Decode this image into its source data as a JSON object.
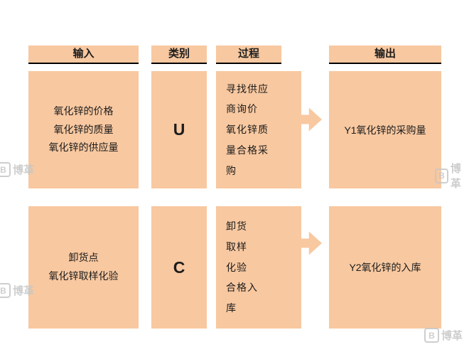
{
  "colors": {
    "box_fill": "#f8c8a0",
    "header_underline": "#000000",
    "text": "#1c1c1c",
    "watermark": "#c6c6c6"
  },
  "headers": {
    "input": "输入",
    "category": "类别",
    "process": "过程",
    "output": "输出"
  },
  "rows": [
    {
      "input_lines": [
        "氧化锌的价格",
        "氧化锌的质量",
        "氧化锌的供应量"
      ],
      "category": "U",
      "process_lines": [
        "寻找供应",
        "商询价",
        "氧化锌质",
        "量合格采",
        "购"
      ],
      "output": "Y1氧化锌的采购量"
    },
    {
      "input_lines": [
        "卸货点",
        "氧化锌取样化验"
      ],
      "category": "C",
      "process_lines": [
        "卸货",
        "取样",
        "化验",
        "合格入",
        "库"
      ],
      "output": "Y2氧化锌的入库"
    }
  ],
  "watermark": {
    "icon": "B",
    "brand": "博革"
  }
}
